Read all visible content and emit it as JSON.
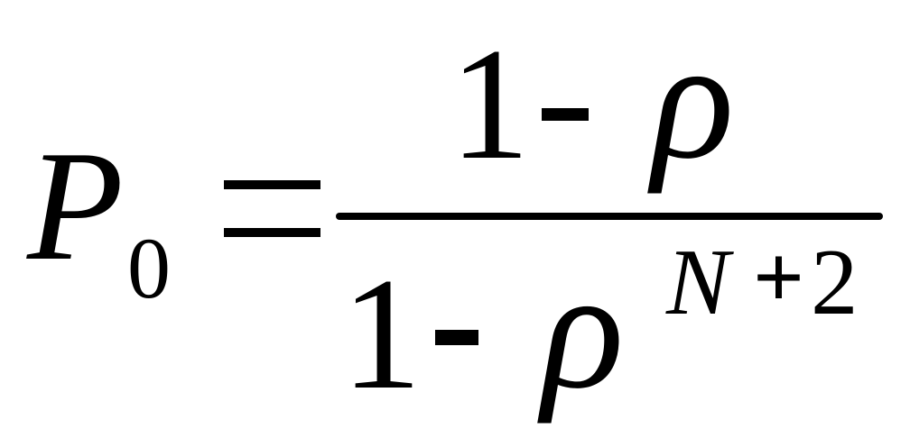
{
  "formula": {
    "lhs": {
      "symbol": "P",
      "subscript": "0"
    },
    "numerator": {
      "one": "1",
      "rho": "ρ"
    },
    "denominator": {
      "one": "1",
      "rho": "ρ",
      "exponent": {
        "var": "N",
        "plus": "+",
        "two": "2"
      }
    }
  }
}
